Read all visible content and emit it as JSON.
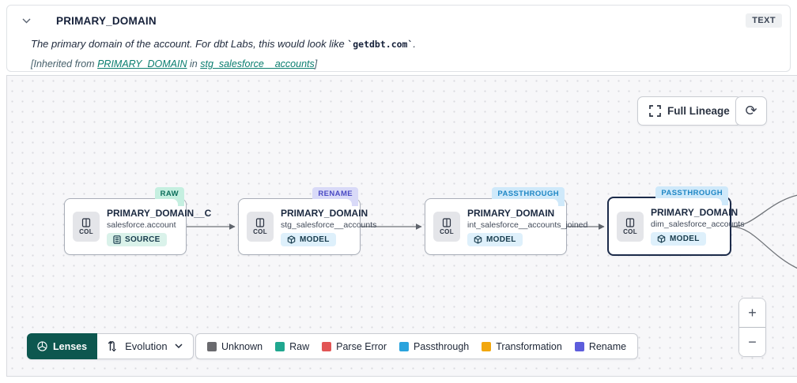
{
  "header": {
    "title": "PRIMARY_DOMAIN",
    "type_badge": "TEXT",
    "description_prefix": "The primary domain of the account. For dbt Labs, this would look like ",
    "description_code": "`getdbt.com`",
    "description_suffix": ".",
    "inherited_prefix": "[Inherited from ",
    "inherited_link_column": "PRIMARY_DOMAIN",
    "inherited_mid": " in ",
    "inherited_link_model": "stg_salesforce__accounts",
    "inherited_suffix": "]"
  },
  "toolbar": {
    "full_lineage_label": "Full Lineage"
  },
  "col_label": "COL",
  "nodes": [
    {
      "name": "PRIMARY_DOMAIN__C",
      "table": "salesforce.account",
      "resource": "SOURCE",
      "chip": "RAW"
    },
    {
      "name": "PRIMARY_DOMAIN",
      "table": "stg_salesforce__accounts",
      "resource": "MODEL",
      "chip": "RENAME"
    },
    {
      "name": "PRIMARY_DOMAIN",
      "table": "int_salesforce__accounts_joined",
      "resource": "MODEL",
      "chip": "PASSTHROUGH"
    },
    {
      "name": "PRIMARY_DOMAIN",
      "table": "dim_salesforce_accounts",
      "resource": "MODEL",
      "chip": "PASSTHROUGH"
    }
  ],
  "lenses": {
    "label": "Lenses",
    "selected_lens": "Evolution"
  },
  "legend": [
    {
      "label": "Unknown",
      "color": "#6a6a6e"
    },
    {
      "label": "Raw",
      "color": "#20a78f"
    },
    {
      "label": "Parse Error",
      "color": "#e25555"
    },
    {
      "label": "Passthrough",
      "color": "#2aa3dd"
    },
    {
      "label": "Transformation",
      "color": "#f2a70e"
    },
    {
      "label": "Rename",
      "color": "#5d5ddc"
    }
  ],
  "zoom_controls": {
    "zoom_in": "+",
    "zoom_out": "−"
  }
}
